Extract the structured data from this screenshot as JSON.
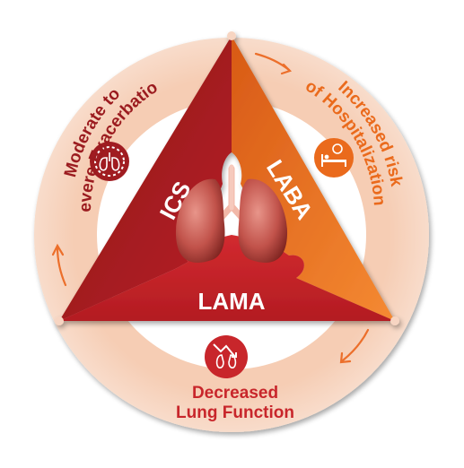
{
  "diagram": {
    "outcomes": {
      "exacerbations": {
        "line1": "Moderate to",
        "line2": "Severe Exacerbations",
        "color": "#9b1b1f",
        "icon": "gauge-lungs-icon"
      },
      "hospitalization": {
        "line1": "Increased risk",
        "line2": "of Hospitalization",
        "color": "#ea6a1c",
        "icon": "hospital-bed-icon"
      },
      "lung_function": {
        "line1": "Decreased",
        "line2": "Lung Function",
        "color": "#c8262b",
        "icon": "declining-lungs-icon"
      }
    },
    "therapies": {
      "ics": {
        "label": "ICS",
        "color": "#9e1d22"
      },
      "laba": {
        "label": "LABA",
        "color": "#ee7422"
      },
      "lama": {
        "label": "LAMA",
        "color": "#c8222b"
      }
    },
    "center_icon": "lungs-icon",
    "cycle_icon": "curved-arrow-icon",
    "colors": {
      "ring": "#f8d9c6",
      "ring_inner": "#ffffff"
    }
  }
}
